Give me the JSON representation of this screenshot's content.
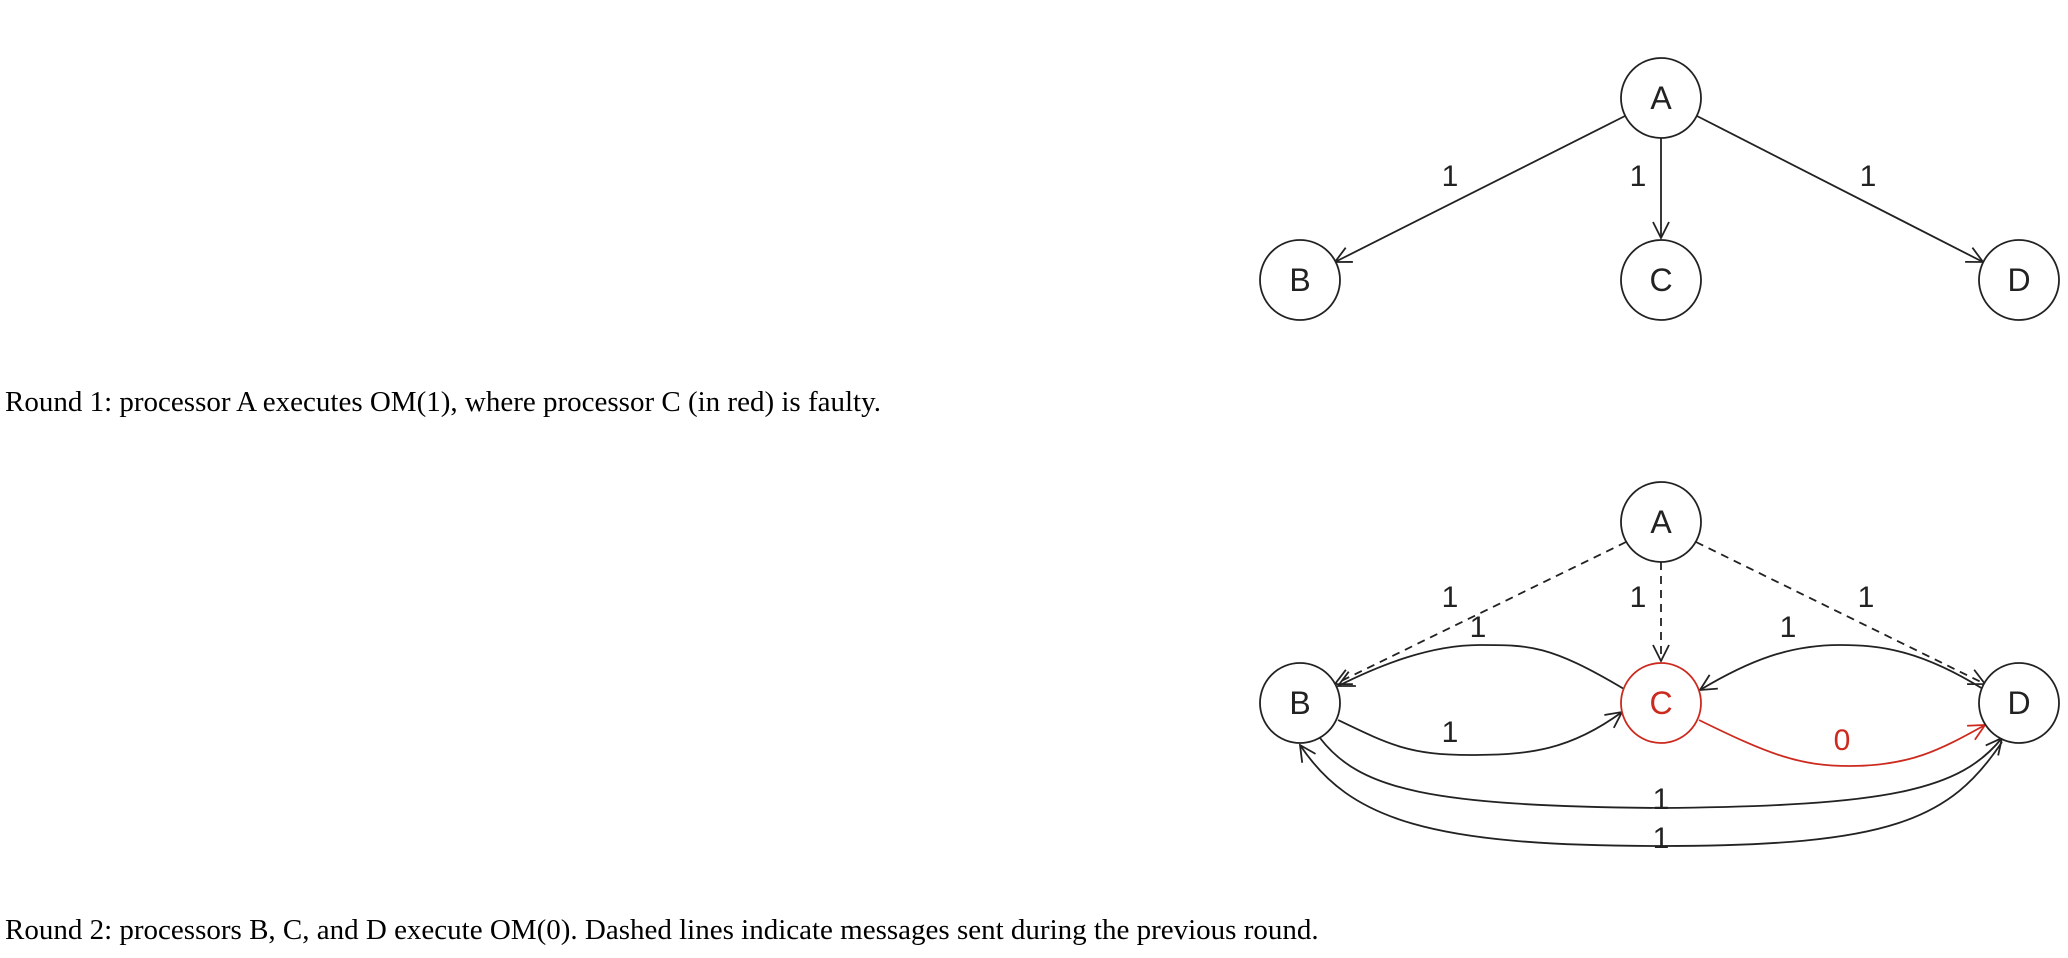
{
  "colors": {
    "normal": "#222222",
    "faulty": "#cc2a1e"
  },
  "round1": {
    "caption": "Round 1: processor A executes OM(1), where processor C (in red) is faulty.",
    "nodes": [
      {
        "id": "A",
        "label": "A",
        "faulty": false
      },
      {
        "id": "B",
        "label": "B",
        "faulty": false
      },
      {
        "id": "C",
        "label": "C",
        "faulty": false
      },
      {
        "id": "D",
        "label": "D",
        "faulty": false
      }
    ],
    "edges": [
      {
        "from": "A",
        "to": "B",
        "label": "1",
        "style": "solid",
        "faulty": false
      },
      {
        "from": "A",
        "to": "C",
        "label": "1",
        "style": "solid",
        "faulty": false
      },
      {
        "from": "A",
        "to": "D",
        "label": "1",
        "style": "solid",
        "faulty": false
      }
    ]
  },
  "round2": {
    "caption": "Round 2: processors B, C, and D execute OM(0). Dashed lines indicate messages sent during the previous round.",
    "nodes": [
      {
        "id": "A",
        "label": "A",
        "faulty": false
      },
      {
        "id": "B",
        "label": "B",
        "faulty": false
      },
      {
        "id": "C",
        "label": "C",
        "faulty": true
      },
      {
        "id": "D",
        "label": "D",
        "faulty": false
      }
    ],
    "edges": [
      {
        "from": "A",
        "to": "B",
        "label": "1",
        "style": "dashed",
        "faulty": false
      },
      {
        "from": "A",
        "to": "C",
        "label": "1",
        "style": "dashed",
        "faulty": false
      },
      {
        "from": "A",
        "to": "D",
        "label": "1",
        "style": "dashed",
        "faulty": false
      },
      {
        "from": "C",
        "to": "B",
        "label": "1",
        "style": "solid",
        "faulty": false
      },
      {
        "from": "B",
        "to": "C",
        "label": "1",
        "style": "solid",
        "faulty": false
      },
      {
        "from": "D",
        "to": "C",
        "label": "1",
        "style": "solid",
        "faulty": false
      },
      {
        "from": "C",
        "to": "D",
        "label": "0",
        "style": "solid",
        "faulty": true
      },
      {
        "from": "B",
        "to": "D",
        "label": "1",
        "style": "solid",
        "faulty": false
      },
      {
        "from": "D",
        "to": "B",
        "label": "1",
        "style": "solid",
        "faulty": false
      }
    ]
  }
}
